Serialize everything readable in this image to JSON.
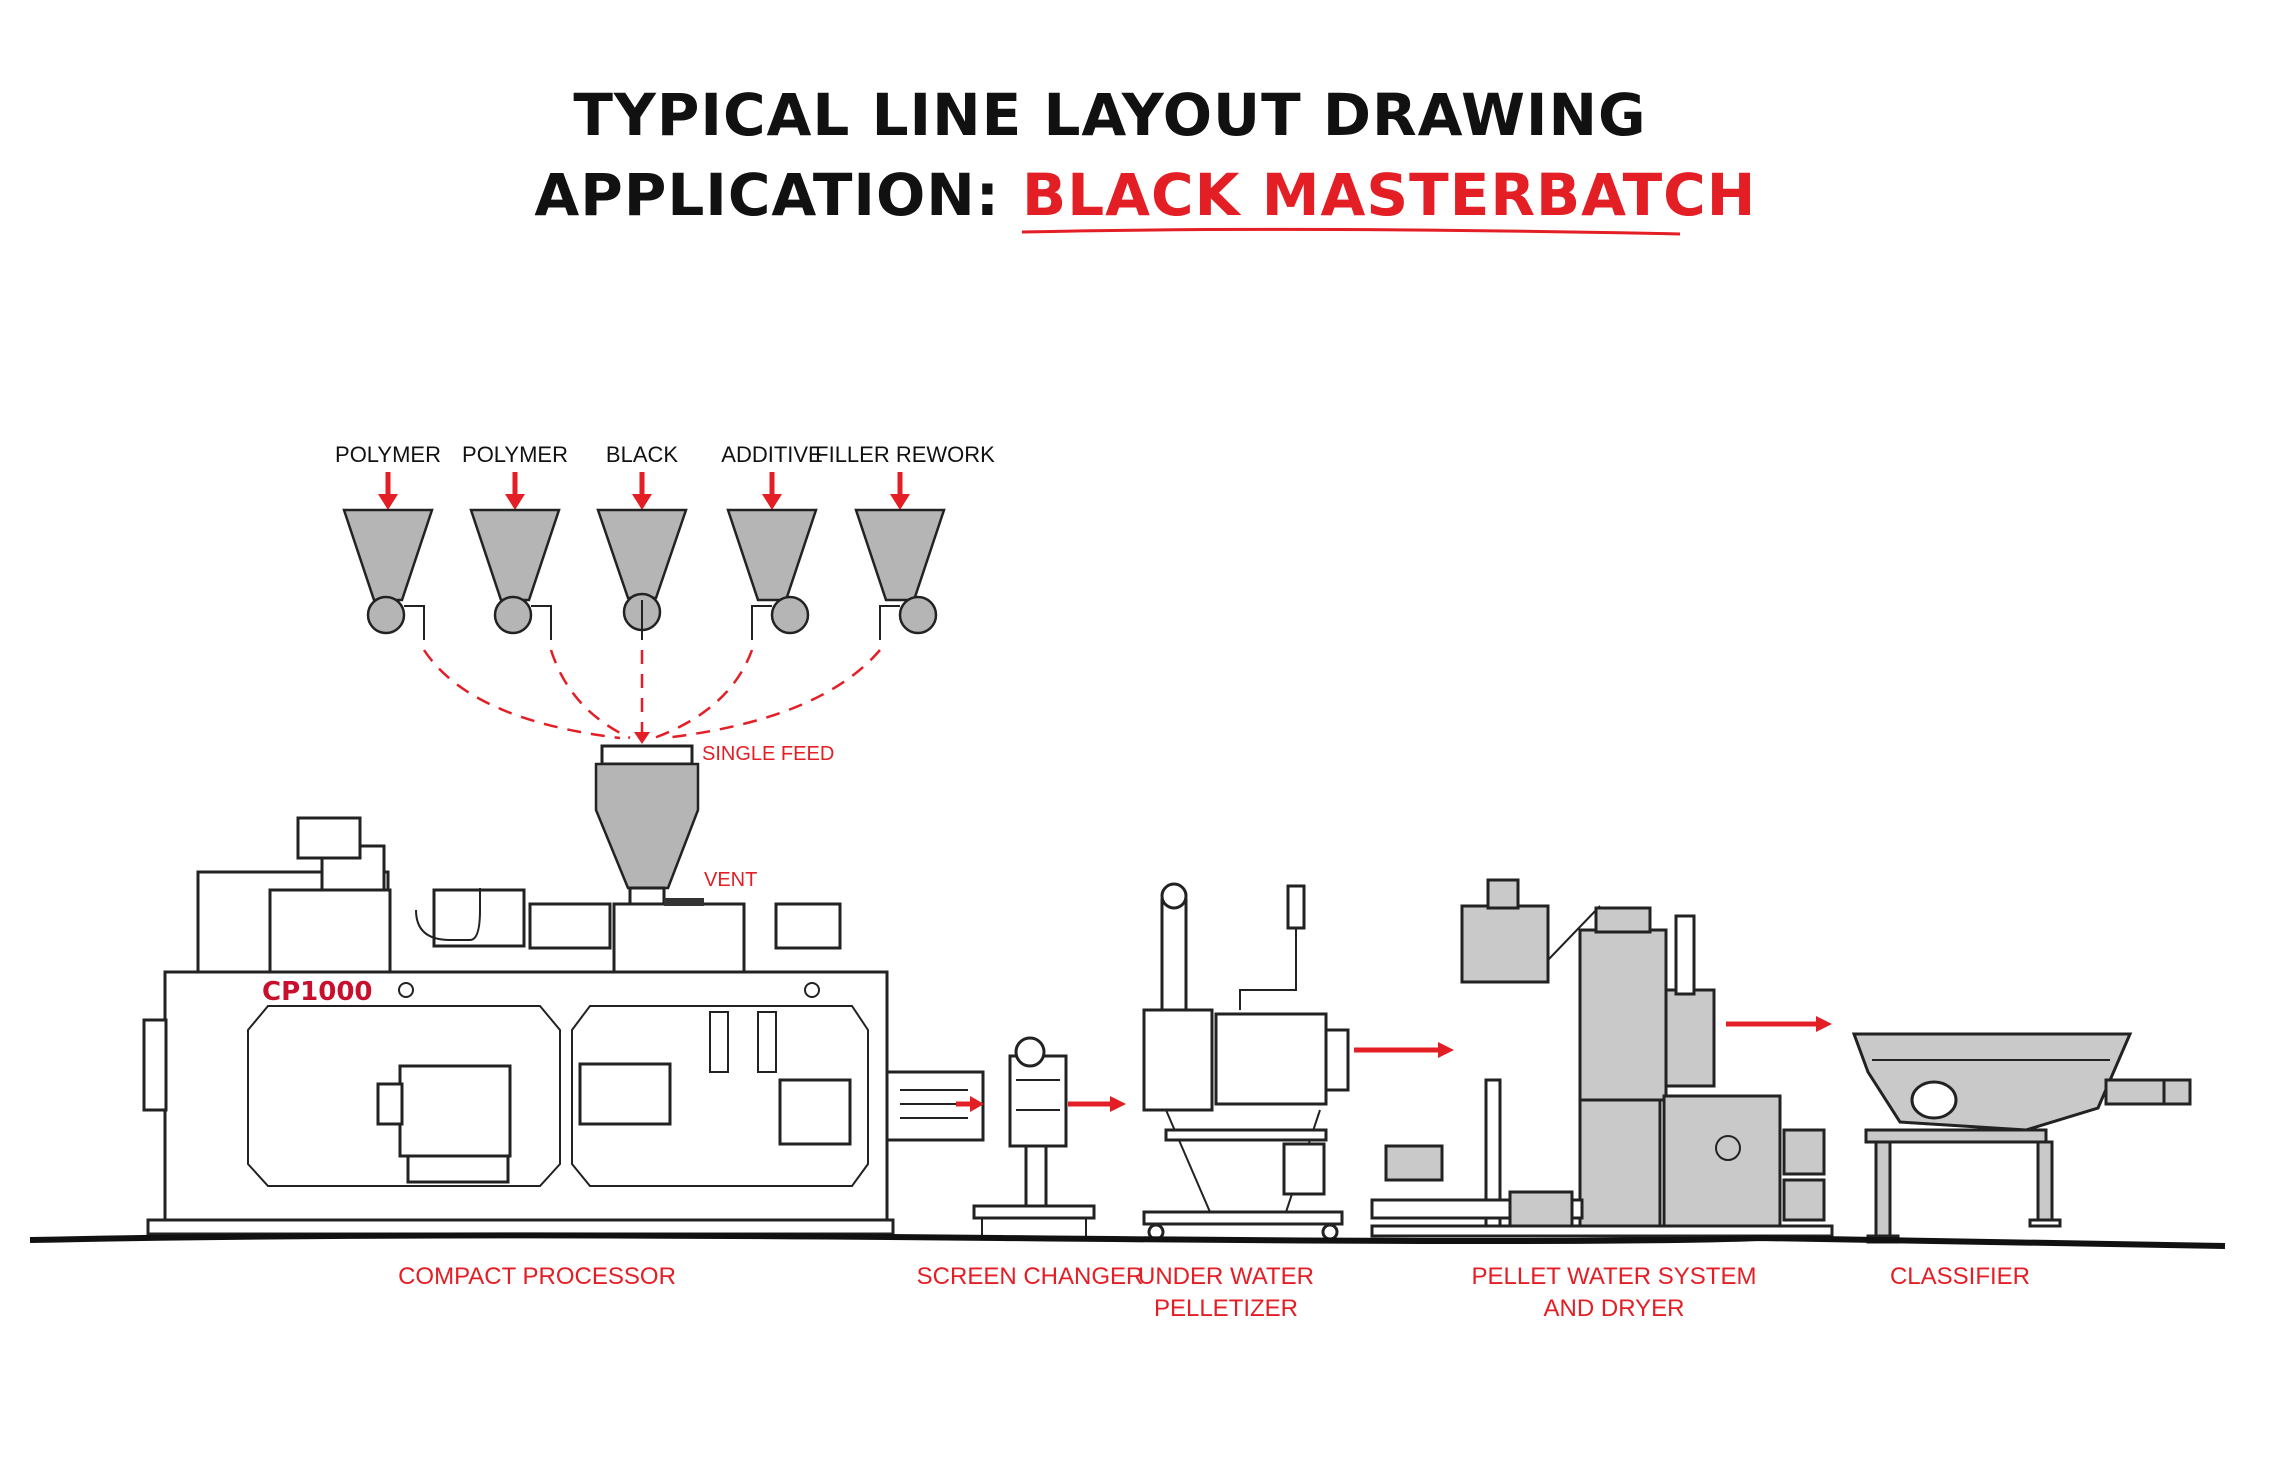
{
  "title": {
    "line1": "TYPICAL LINE LAYOUT DRAWING",
    "line2_prefix": "APPLICATION:",
    "line2_highlight": "BLACK MASTERBATCH"
  },
  "feeders": [
    {
      "label": "POLYMER"
    },
    {
      "label": "POLYMER"
    },
    {
      "label": "BLACK"
    },
    {
      "label": "ADDITIVE"
    },
    {
      "label": "FILLER REWORK"
    }
  ],
  "annotations": {
    "single_feed": "SINGLE FEED",
    "vent": "VENT",
    "brand": "CP1000"
  },
  "equipment": [
    {
      "lines": [
        "COMPACT PROCESSOR"
      ]
    },
    {
      "lines": [
        "SCREEN CHANGER"
      ]
    },
    {
      "lines": [
        "UNDER WATER",
        "PELLETIZER"
      ]
    },
    {
      "lines": [
        "PELLET WATER SYSTEM",
        "AND DRYER"
      ]
    },
    {
      "lines": [
        "CLASSIFIER"
      ]
    }
  ],
  "colors": {
    "accent": "#e31e24",
    "ink": "#111111",
    "hopper_fill": "#b5b5b5"
  }
}
